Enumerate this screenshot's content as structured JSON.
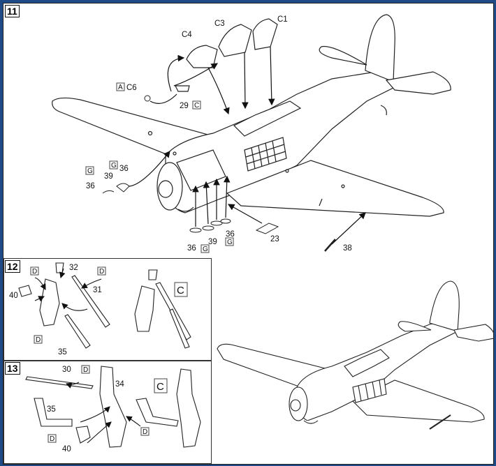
{
  "steps": {
    "main": "11",
    "gear_left": "12",
    "gear_right": "13"
  },
  "labels": {
    "c1": "C1",
    "c3": "C3",
    "c4": "C4",
    "c6": "C6",
    "c6_box": "A",
    "p29": "29",
    "p29_box": "C",
    "g1": "G",
    "g2": "G",
    "p36a": "36",
    "p39a": "39",
    "p36b": "36",
    "p36c": "36",
    "p39b": "39",
    "g3": "G",
    "p36d": "36",
    "g4": "G",
    "p23": "23",
    "p38": "38",
    "s12_d1": "D",
    "s12_32": "32",
    "s12_d2": "D",
    "s12_31": "31",
    "s12_40": "40",
    "s12_d3": "D",
    "s12_35": "35",
    "s12_c": "C",
    "s13_30": "30",
    "s13_d1": "D",
    "s13_34": "34",
    "s13_35": "35",
    "s13_d2": "D",
    "s13_d3": "D",
    "s13_40": "40",
    "s13_c": "C"
  },
  "colors": {
    "frame": "#1f4a86",
    "line": "#222222"
  }
}
